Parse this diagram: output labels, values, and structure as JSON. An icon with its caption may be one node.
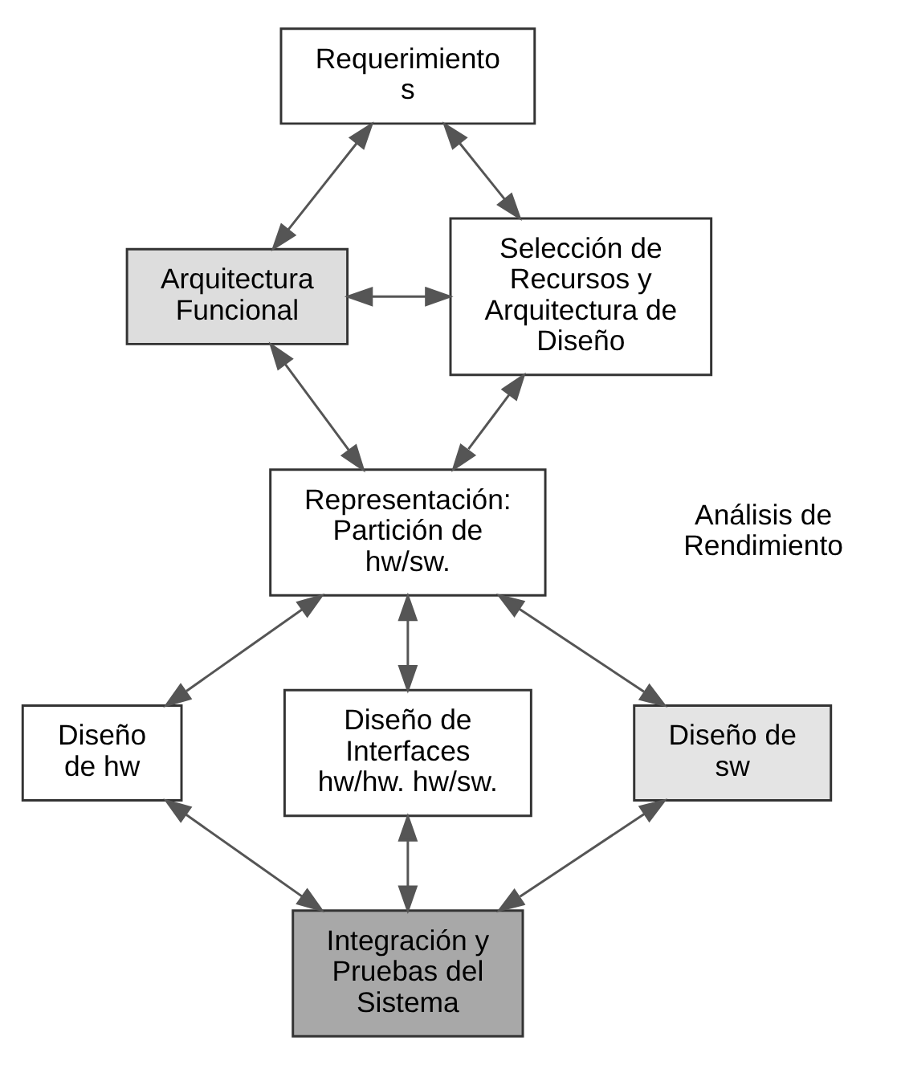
{
  "diagram": {
    "nodes": [
      {
        "text": [
          "Requerimiento s"
        ]
      },
      {
        "text": [
          "Arquitectura Funcional"
        ]
      },
      {
        "text": [
          "Selección de Recursos y Arquitectura de Diseño"
        ]
      },
      {
        "text": [
          "Representación: Partición de hw/sw."
        ]
      },
      {
        "text": [
          "Diseño de hw"
        ]
      },
      {
        "text": [
          "Diseño de Interfaces hw/hw. hw/sw."
        ]
      },
      {
        "text": [
          "Diseño de sw"
        ]
      },
      {
        "text": [
          "Integración y Pruebas del Sistema"
        ]
      }
    ],
    "edges": [
      {
        "from": 0,
        "to": 1,
        "arrow": "both"
      },
      {
        "from": 0,
        "to": 2,
        "arrow": "both"
      },
      {
        "from": 1,
        "to": 2,
        "arrow": "both"
      },
      {
        "from": 1,
        "to": 3,
        "arrow": "both"
      },
      {
        "from": 2,
        "to": 3,
        "arrow": "both"
      },
      {
        "from": 3,
        "to": 4,
        "arrow": "both"
      },
      {
        "from": 3,
        "to": 5,
        "arrow": "both"
      },
      {
        "from": 3,
        "to": 6,
        "arrow": "both"
      },
      {
        "from": 4,
        "to": 7,
        "arrow": "both"
      },
      {
        "from": 5,
        "to": 7,
        "arrow": "both"
      },
      {
        "from": 6,
        "to": 7,
        "arrow": "both"
      }
    ],
    "labels": [
      "Análisis de Rendimiento"
    ]
  }
}
